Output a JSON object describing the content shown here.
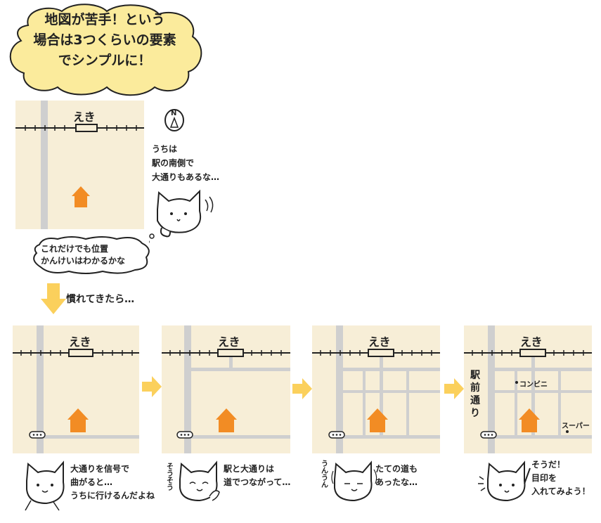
{
  "intro_bubble": {
    "line1": "地図が苦手！という",
    "line2": "場合は3つくらいの要素",
    "line3": "でシンプルに！"
  },
  "first_map": {
    "station_label": "えき",
    "north_mark": "N"
  },
  "cat_thought": {
    "text": "うちは\n駅の南側で\n大通りもあるな…"
  },
  "position_bubble": {
    "line1": "これだけでも位置",
    "line2": "かんけいはわかるかな"
  },
  "transition_text": "慣れてきたら…",
  "panels": [
    {
      "station_label": "えき",
      "caption": "大通りを信号で\n曲がると…\nうちに行けるんだよね",
      "side_text": ""
    },
    {
      "station_label": "えき",
      "caption": "駅と大通りは\n道でつながって…",
      "side_text": "そうそう"
    },
    {
      "station_label": "えき",
      "caption": "たての道も\nあったな…",
      "side_text": "うんうん"
    },
    {
      "station_label": "えき",
      "caption": "そうだ！\n目印を\n入れてみよう！",
      "side_text": ""
    }
  ],
  "landmarks": {
    "station_front_street": "駅前通り",
    "convenience_store": "コンビニ",
    "supermarket": "スーパー"
  },
  "colors": {
    "map_bg": "#f7eed7",
    "road": "#cfcfcf",
    "house": "#f28c24",
    "arrow": "#fbd05c",
    "bubble": "#fbeb9c"
  }
}
